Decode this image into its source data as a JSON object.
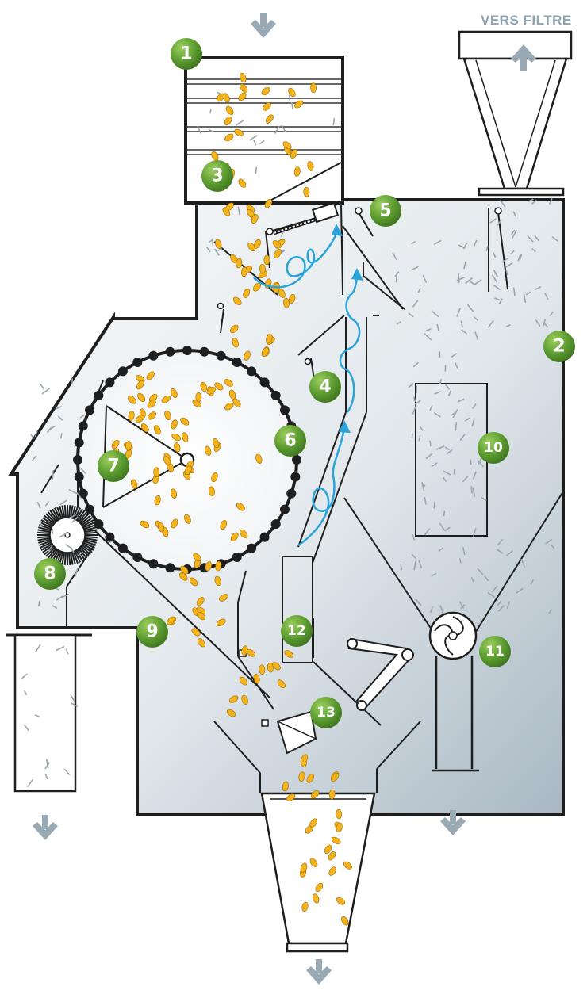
{
  "header": {
    "filter_label": "VERS FILTRE"
  },
  "markers": [
    {
      "id": "m1",
      "label": "1"
    },
    {
      "id": "m2",
      "label": "2"
    },
    {
      "id": "m3",
      "label": "3"
    },
    {
      "id": "m4",
      "label": "4"
    },
    {
      "id": "m5",
      "label": "5"
    },
    {
      "id": "m6",
      "label": "6"
    },
    {
      "id": "m7",
      "label": "7"
    },
    {
      "id": "m8",
      "label": "8"
    },
    {
      "id": "m9",
      "label": "9"
    },
    {
      "id": "m10",
      "label": "10"
    },
    {
      "id": "m11",
      "label": "11"
    },
    {
      "id": "m12",
      "label": "12"
    },
    {
      "id": "m13",
      "label": "13"
    }
  ],
  "colors": {
    "marker_green": "#5a9a2f",
    "grain": "#f2b31c",
    "airflow": "#29a3d9",
    "arrow_grey": "#9aaab4",
    "body_fill_light": "#f4f6f8",
    "body_fill_dark": "#aebcc7",
    "dust": "#9aa5ad"
  },
  "icons": [
    "down-arrow-icon",
    "up-arrow-icon"
  ]
}
